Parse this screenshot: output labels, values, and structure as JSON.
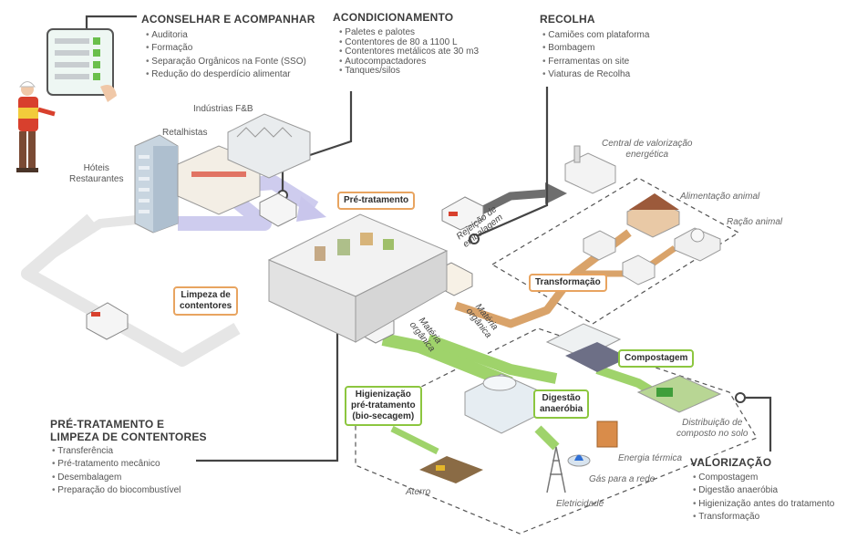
{
  "advise": {
    "title": "ACONSELHAR E ACOMPANHAR",
    "items": [
      "Auditoria",
      "Formação",
      "Separação Orgânicos na Fonte (SSO)",
      "Redução do desperdício alimentar"
    ]
  },
  "packaging": {
    "title": "ACONDICIONAMENTO",
    "items": [
      "Paletes e palotes",
      "Contentores de 80 a 1100 L",
      "Contentores metálicos ate 30 m3",
      "Autocompactadores",
      "Tanques/silos"
    ]
  },
  "collection": {
    "title": "RECOLHA",
    "items": [
      "Camiões com plataforma",
      "Bombagem",
      "Ferramentas on site",
      "Viaturas de Recolha"
    ]
  },
  "pretreatment_section": {
    "title_line1": "PRÉ-TRATAMENTO E",
    "title_line2": "LIMPEZA DE CONTENTORES",
    "items": [
      "Transferência",
      "Pré-tratamento mecânico",
      "Desembalagem",
      "Preparação do biocombustível"
    ]
  },
  "valorization_section": {
    "title": "VALORIZAÇÃO",
    "items": [
      "Compostagem",
      "Digestão anaeróbia",
      "Higienização antes do tratamento",
      "Transformação"
    ]
  },
  "sources": {
    "industries": "Indústrias F&B",
    "retailers": "Retalhistas",
    "hotels_line1": "Hóteis",
    "hotels_line2": "Restaurantes"
  },
  "stages": {
    "pretreatment": "Pré-tratamento",
    "cleaning_line1": "Limpeza de",
    "cleaning_line2": "contentores",
    "transformation": "Transformação",
    "composting": "Compostagem",
    "hygienization_line1": "Higienização",
    "hygienization_line2": "pré-tratamento",
    "hygienization_line3": "(bio-secagem)",
    "digestion_line1": "Digestão",
    "digestion_line2": "anaeróbia"
  },
  "flows": {
    "packaging_reject_line1": "Rejeição de",
    "packaging_reject_line2": "embalagem",
    "organic_matter_line1": "Matéria",
    "organic_matter_line2": "orgânica"
  },
  "outputs": {
    "energy_center_line1": "Central de valorização",
    "energy_center_line2": "energética",
    "animal_food": "Alimentação animal",
    "animal_feed": "Ração animal",
    "compost_line1": "Distribuição de",
    "compost_line2": "composto no solo",
    "thermal_energy": "Energia térmica",
    "grid_gas": "Gás para a rede",
    "electricity": "Eletricidade",
    "landfill": "Aterro"
  },
  "colors": {
    "orange_flow": "#d9a36a",
    "green_flow": "#9fd36b",
    "purple_flow": "#c9c6ec",
    "reject_flow": "#6e6e6e",
    "box_orange": "#e8a460",
    "box_green": "#8cc63f"
  }
}
